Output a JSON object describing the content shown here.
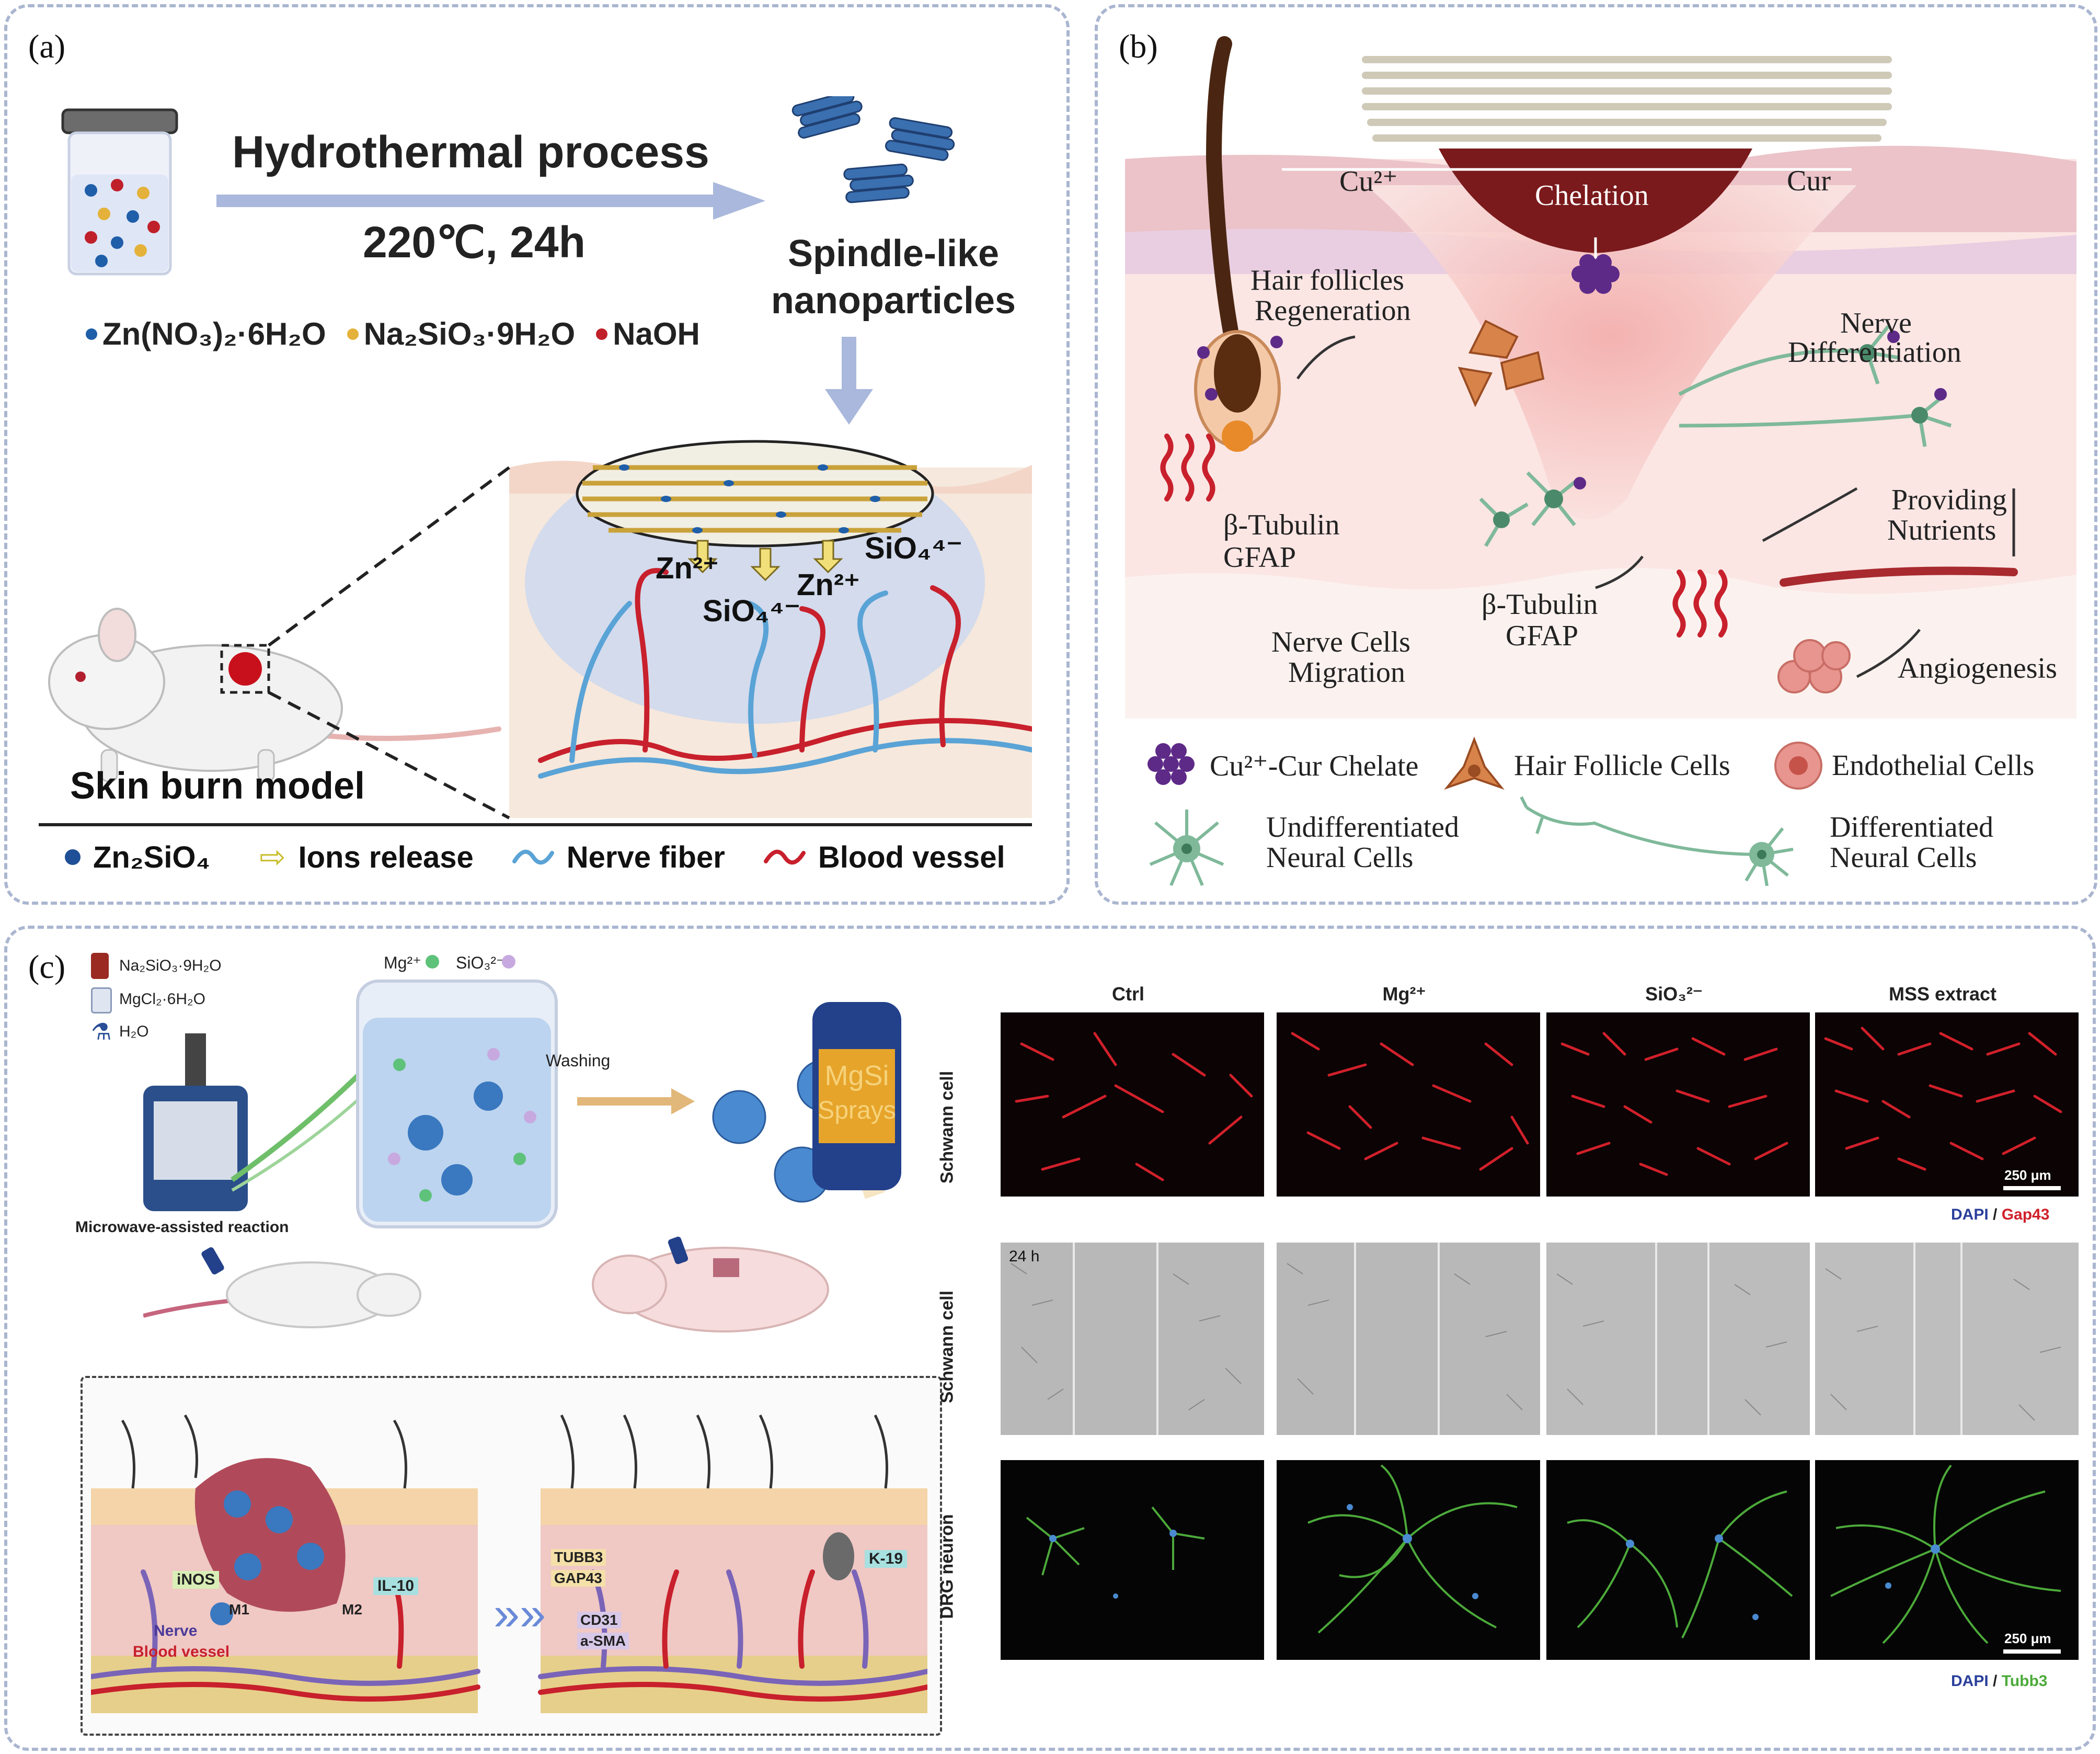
{
  "panel_a": {
    "label": "(a)",
    "process_title": "Hydrothermal process",
    "process_condition": "220℃, 24h",
    "product_line1": "Spindle-like",
    "product_line2": "nanoparticles",
    "reagents": [
      "Zn(NO₃)₂·6H₂O",
      "Na₂SiO₃·9H₂O",
      "NaOH"
    ],
    "ions": [
      "Zn²⁺",
      "SiO₄⁴⁻",
      "Zn²⁺",
      "SiO₄⁴⁻"
    ],
    "model_label": "Skin burn model",
    "legend": [
      "Zn₂SiO₄",
      "Ions release",
      "Nerve fiber",
      "Blood vessel"
    ],
    "colors": {
      "nerve": "#5aa3d6",
      "vessel": "#c8202c",
      "arrow": "#a9b8dc",
      "zn": "#1f5ea8",
      "na": "#e4b23a",
      "naoh": "#c0202a"
    }
  },
  "panel_b": {
    "label": "(b)",
    "cu": "Cu²⁺",
    "cur": "Cur",
    "chelation": "Chelation",
    "hair1": "Hair follicles",
    "hair2": "Regeneration",
    "nerve_diff1": "Nerve",
    "nerve_diff2": "Differentiation",
    "providing1": "Providing",
    "providing2": "Nutrients",
    "tubulin_left1": "β-Tubulin",
    "tubulin_left2": "GFAP",
    "tubulin_mid1": "β-Tubulin",
    "tubulin_mid2": "GFAP",
    "migration1": "Nerve Cells",
    "migration2": "Migration",
    "angiogenesis": "Angiogenesis",
    "legend": {
      "chelate": "Cu²⁺-Cur Chelate",
      "hair_cells": "Hair Follicle Cells",
      "endo": "Endothelial Cells",
      "undiff1": "Undifferentiated",
      "undiff2": "Neural Cells",
      "diff1": "Differentiated",
      "diff2": "Neural Cells"
    },
    "colors": {
      "chelate": "#6a2e8e",
      "neural": "#7fb99a",
      "hair_cell": "#d8834a",
      "endo": "#e9958f",
      "wound": "#7a1a1c"
    }
  },
  "panel_c": {
    "label": "(c)",
    "reagents": [
      "Na₂SiO₃·9H₂O",
      "MgCl₂·6H₂O",
      "H₂O"
    ],
    "ions": [
      "Mg²⁺",
      "SiO₃²⁻"
    ],
    "washing": "Washing",
    "spray_line1": "MgSi",
    "spray_line2": "Sprays",
    "microwave": "Microwave-assisted reaction",
    "left_tags": [
      "iNOS",
      "M1",
      "M2",
      "IL-10",
      "Nerve",
      "Blood vessel"
    ],
    "right_tags": [
      "TUBB3",
      "GAP43",
      "K-19",
      "CD31",
      "a-SMA"
    ],
    "columns": [
      "Ctrl",
      "Mg²⁺",
      "SiO₃²⁻",
      "MSS extract"
    ],
    "rows": [
      "Schwann cell",
      "Schwann cell",
      "DRG neuron"
    ],
    "time_label": "24 h",
    "scale_bar": "250 μm",
    "stain_top": {
      "a": "DAPI",
      "sep": " / ",
      "b": "Gap43"
    },
    "stain_bottom": {
      "a": "DAPI",
      "sep": " / ",
      "b": "Tubb3"
    },
    "colors": {
      "dapi": "#2a3f9a",
      "gap43": "#d0202a",
      "tubb3": "#4caa3a"
    }
  }
}
